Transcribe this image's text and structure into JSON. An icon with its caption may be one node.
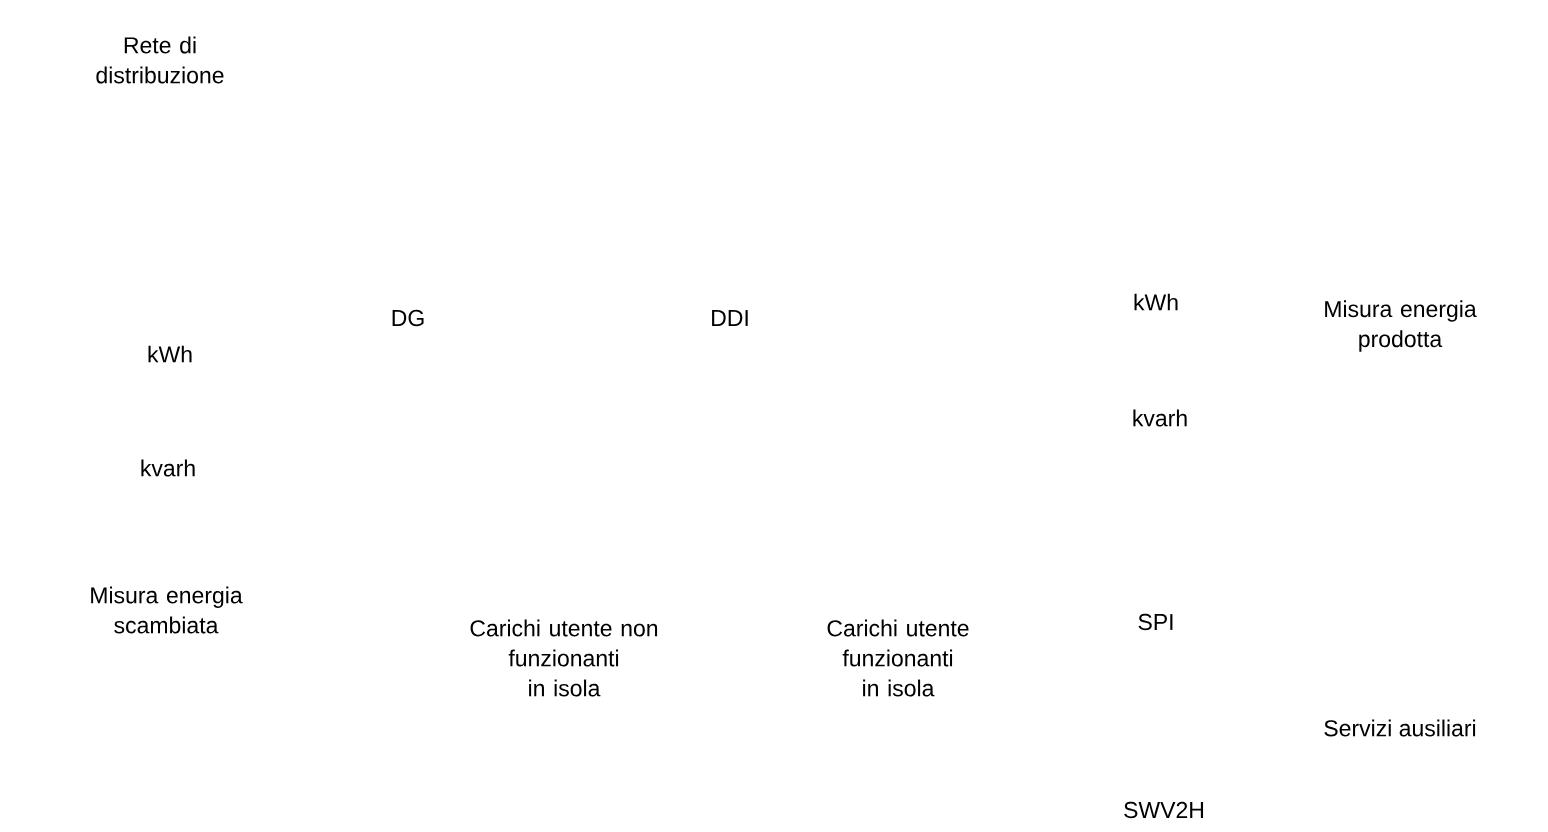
{
  "diagram": {
    "labels": [
      "Rete di distribuzione",
      "kWh",
      "DG",
      "DDI",
      "Misura energia prodotta",
      "kWh",
      "kvarh",
      "kvarh",
      "Misura energia scambiata",
      "SPI",
      "Carichi utente non funzionanti in isola",
      "Carichi utente funzionanti in isola",
      "Servizi ausiliari",
      "SWV2H"
    ]
  }
}
